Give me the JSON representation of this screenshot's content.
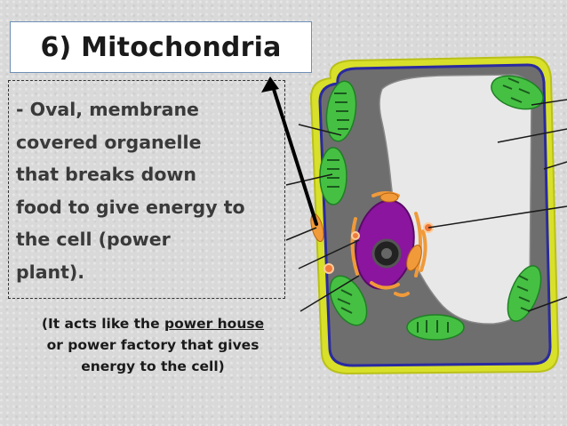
{
  "title": "6) Mitochondria",
  "description": {
    "lines": [
      "- Oval, membrane",
      "covered organelle",
      "that breaks down",
      "food to give energy to",
      "the cell (power",
      "plant)."
    ]
  },
  "note": {
    "before": "(It acts like the ",
    "underlined": "power house",
    "line2": "or power factory that gives",
    "line3": "energy to the cell)"
  },
  "colors": {
    "cell_wall": "#d8e02a",
    "membrane": "#2a2aa0",
    "cytoplasm": "#6e6e6e",
    "vacuole": "#e8e8e8",
    "chloroplast": "#46c043",
    "nucleus": "#8b159e",
    "mitochondria": "#f09a3a"
  }
}
